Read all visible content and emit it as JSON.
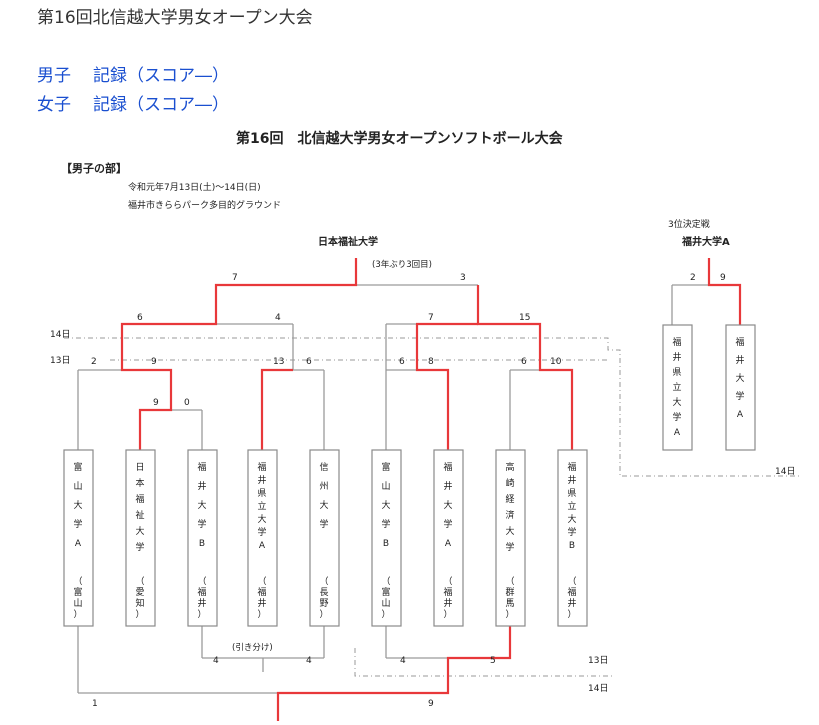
{
  "header": {
    "title": "第16回北信越大学男女オープン大会"
  },
  "links": [
    {
      "sex": "男子",
      "label": "記録（スコア―）"
    },
    {
      "sex": "女子",
      "label": "記録（スコア―）"
    }
  ],
  "bracket": {
    "title": "第16回　北信越大学男女オープンソフトボール大会",
    "division": "【男子の部】",
    "date": "令和元年7月13日(土)～14日(日)",
    "venue": "福井市きららパーク多目的グラウンド",
    "champion": "日本福祉大学",
    "champion_note": "(3年ぶり3回目)",
    "third_place_label": "3位決定戦",
    "third_place_winner": "福井大学A",
    "day14": "14日",
    "day13": "13日",
    "tie_note": "(引き分け)",
    "teams": [
      {
        "name": "富山大学A",
        "region": "富山"
      },
      {
        "name": "日本福祉大学",
        "region": "愛知"
      },
      {
        "name": "福井大学B",
        "region": "福井"
      },
      {
        "name": "福井県立大学A",
        "region": "福井"
      },
      {
        "name": "信州大学",
        "region": "長野"
      },
      {
        "name": "富山大学B",
        "region": "富山"
      },
      {
        "name": "福井大学A",
        "region": "福井"
      },
      {
        "name": "高崎経済大学",
        "region": "群馬"
      },
      {
        "name": "福井県立大学B",
        "region": "福井"
      }
    ],
    "third_teams": [
      "福井県立大学A",
      "福井大学A"
    ],
    "scores": {
      "final_left": "7",
      "final_right": "3",
      "semi1_left": "6",
      "semi1_right": "4",
      "semi2_left": "7",
      "semi2_right": "15",
      "qf1_left": "2",
      "qf1_right": "9",
      "pre_left": "9",
      "pre_right": "0",
      "qf2_left": "13",
      "qf2_right": "6",
      "qf3_left": "6",
      "qf3_right": "8",
      "qf4_left": "6",
      "qf4_right": "10",
      "third_left": "2",
      "third_right": "9",
      "cons1_left": "4",
      "cons1_right": "4",
      "cons2_left": "4",
      "cons2_right": "5",
      "cons3_left": "1",
      "cons3_right": "9"
    }
  }
}
